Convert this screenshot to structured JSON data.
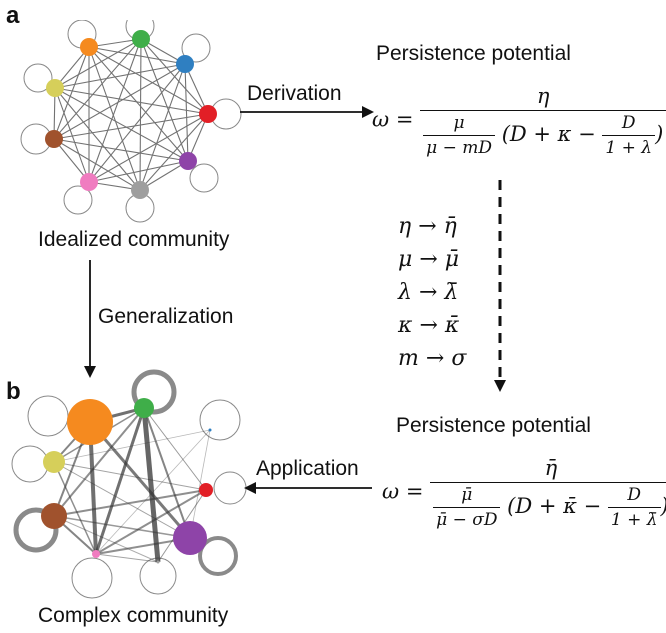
{
  "panel_labels": {
    "a": "a",
    "b": "b"
  },
  "top": {
    "community_label": "Idealized community",
    "title": "Persistence potential",
    "arrow_label": "Derivation",
    "eq": {
      "lhs": "ω",
      "eq": "=",
      "num": "η",
      "mu": "μ",
      "mu2": "μ",
      "minus": "−",
      "m": "m",
      "D": "D",
      "paren_open": "(D + κ −",
      "frac2_num": "D",
      "frac2_den": "1 + λ",
      "paren_close": ")"
    }
  },
  "mapping": [
    {
      "from": "η",
      "arrow": "→",
      "to": "η̄"
    },
    {
      "from": "μ",
      "arrow": "→",
      "to": "μ̄"
    },
    {
      "from": "λ",
      "arrow": "→",
      "to": "λ̄"
    },
    {
      "from": "κ",
      "arrow": "→",
      "to": "κ̄"
    },
    {
      "from": "m",
      "arrow": "→",
      "to": "σ"
    }
  ],
  "generalization_label": "Generalization",
  "bottom": {
    "community_label": "Complex community",
    "title": "Persistence potential",
    "arrow_label": "Application",
    "eq": {
      "lhs": "ω",
      "eq": "=",
      "num": "η̄",
      "mu": "μ̄",
      "mu2": "μ̄",
      "minus": "−",
      "sigma": "σ",
      "D": "D",
      "paren_open": "(D + κ̄ −",
      "frac2_num": "D",
      "frac2_den": "1 + λ̄",
      "paren_close": ")"
    }
  },
  "colors": {
    "orange": "#f58a1f",
    "green": "#3fae49",
    "blue": "#2f7fc1",
    "red": "#e21f26",
    "purple": "#8e44a8",
    "gray": "#9e9e9e",
    "pink": "#f07cc0",
    "brown": "#a0522d",
    "yellow": "#d6cf5a"
  }
}
